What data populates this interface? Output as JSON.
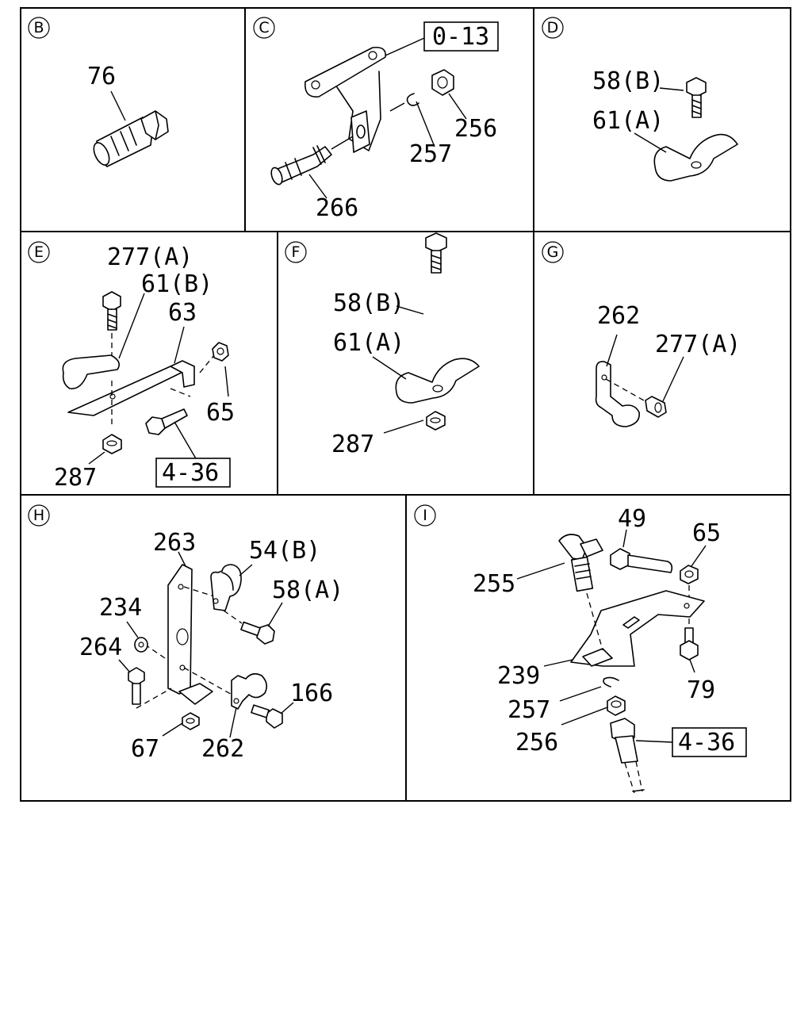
{
  "panels": {
    "B": {
      "tag": "B",
      "labels": {
        "p76": "76"
      }
    },
    "C": {
      "tag": "C",
      "labels": {
        "ref": "0-13",
        "p256": "256",
        "p257": "257",
        "p266": "266"
      }
    },
    "D": {
      "tag": "D",
      "labels": {
        "p58b": "58(B)",
        "p61a": "61(A)"
      }
    },
    "E": {
      "tag": "E",
      "labels": {
        "p277a": "277(A)",
        "p61b": "61(B)",
        "p63": "63",
        "p65": "65",
        "p287": "287",
        "ref": "4-36"
      }
    },
    "F": {
      "tag": "F",
      "labels": {
        "p58b": "58(B)",
        "p61a": "61(A)",
        "p287": "287"
      }
    },
    "G": {
      "tag": "G",
      "labels": {
        "p262": "262",
        "p277a": "277(A)"
      }
    },
    "H": {
      "tag": "H",
      "labels": {
        "p263": "263",
        "p54b": "54(B)",
        "p58a": "58(A)",
        "p234": "234",
        "p264": "264",
        "p166": "166",
        "p67": "67",
        "p262": "262"
      }
    },
    "I": {
      "tag": "I",
      "labels": {
        "p49": "49",
        "p65": "65",
        "p255": "255",
        "p239": "239",
        "p79": "79",
        "p257": "257",
        "p256": "256",
        "ref": "4-36"
      }
    }
  }
}
